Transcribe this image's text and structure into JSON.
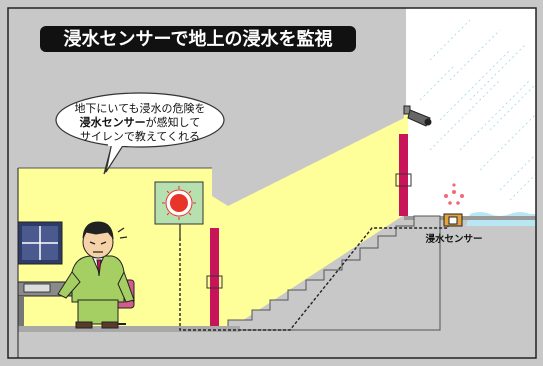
{
  "title": "浸水センサーで地上の浸水を監視",
  "bubble": {
    "line1": "地下にいても浸水の危険を",
    "line2_bold": "浸水センサー",
    "line2_rest": "が感知して",
    "line3": "サイレンで教えてくれる"
  },
  "sensor_label": "浸水センサー",
  "colors": {
    "wall": "#ffff99",
    "concrete": "#c8c8c8",
    "pillar": "#c8145a",
    "title_box": "#111111",
    "water": "#b9e6f3",
    "alarm_red": "#e8352a",
    "uniform": "#a6cf63"
  },
  "icons": [
    "siren-icon",
    "camera-icon",
    "sensor-icon",
    "alert-splash-icon"
  ]
}
